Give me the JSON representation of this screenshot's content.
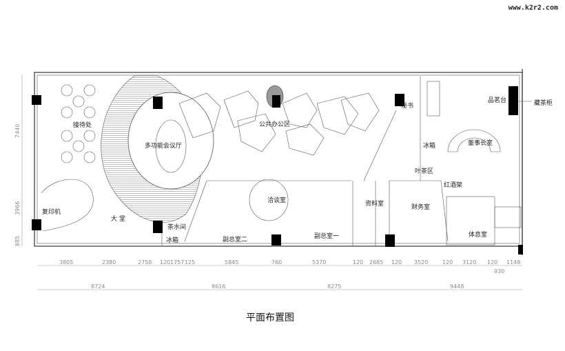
{
  "watermark": "www.k2r2.com",
  "title": "平面布置图",
  "rooms": {
    "reception": "接待处",
    "conference": "多功能会议厅",
    "open_office": "公共办公区",
    "secretary": "秘书",
    "tea_table": "品茗台",
    "tea_cabinet": "藏茶柜",
    "chairman": "董事长室",
    "fridge_right": "冰箱",
    "tea_area": "叶茶区",
    "wine_rack": "红酒架",
    "archive": "资料室",
    "finance": "财务室",
    "rest_room": "体息室",
    "vp_one": "副总室一",
    "negotiation": "洽谈室",
    "vp_two": "副总室二",
    "pantry": "茶水间",
    "fridge_left": "冰箱",
    "lobby": "大 堂",
    "copier": "复印机"
  },
  "dimensions": {
    "row1": [
      "3805",
      "2380",
      "2758",
      "120",
      "1757",
      "125",
      "5845",
      "760",
      "5370",
      "120",
      "2685",
      "120",
      "3520",
      "120",
      "3120",
      "120",
      "1148"
    ],
    "extra": "930",
    "row2": [
      "8724",
      "8616",
      "8275",
      "9448"
    ],
    "left": [
      "7440",
      "3966",
      "885"
    ]
  }
}
